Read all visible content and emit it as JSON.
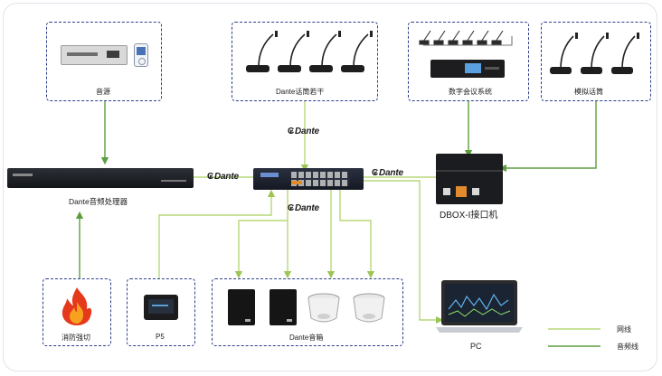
{
  "nodes": {
    "source": "音源",
    "mics": "Dante话筒若干",
    "conference": "数字会议系统",
    "analog_mic": "模拟话筒",
    "processor": "Dante音频处理器",
    "dbox": "DBOX-I接口机",
    "fire": "消防强切",
    "p5": "P5",
    "speakers": "Dante音箱",
    "pc": "PC"
  },
  "dante_marks": [
    "Dante",
    "Dante",
    "Dante",
    "Dante"
  ],
  "legend": {
    "network": "网线",
    "audio": "音频线"
  },
  "colors": {
    "network_line": "#b7d77a",
    "audio_line": "#5a9e3e",
    "box_border": "#2b3f8c"
  }
}
